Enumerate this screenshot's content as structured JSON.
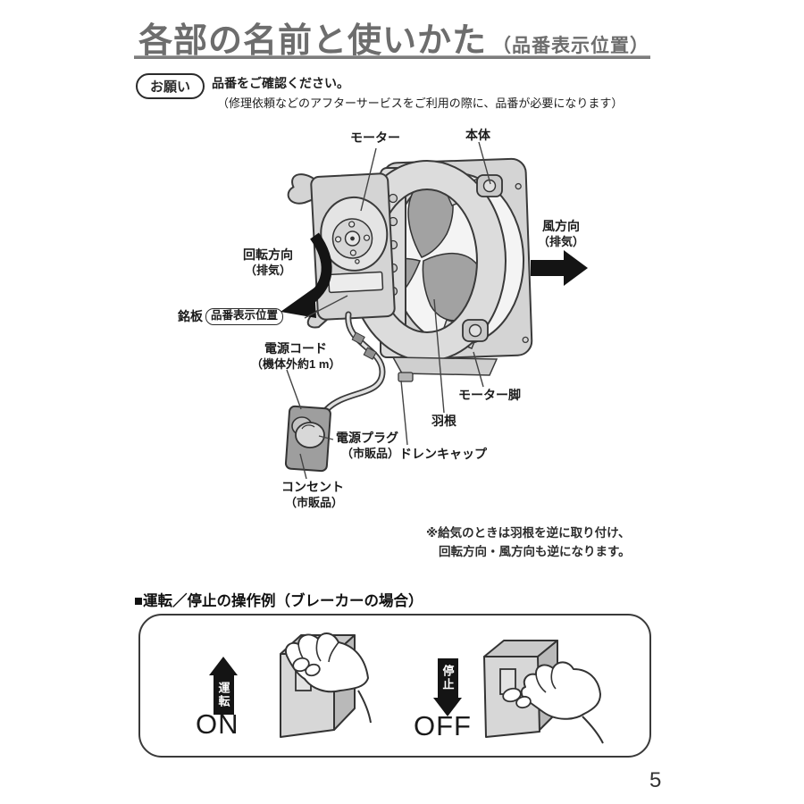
{
  "page": {
    "number": "5"
  },
  "header": {
    "title": "各部の名前と使いかた",
    "title_suffix": "（品番表示位置）"
  },
  "notice": {
    "badge": "お願い",
    "heading": "品番をご確認ください。",
    "detail": "（修理依頼などのアフターサービスをご利用の際に、品番が必要になります）"
  },
  "diagram": {
    "labels": {
      "motor": "モーター",
      "body": "本体",
      "wind1": "風方向",
      "wind2": "（排気）",
      "rot1": "回転方向",
      "rot2": "（排気）",
      "nameplate": "銘板",
      "model_pos": "品番表示位置",
      "cord1": "電源コード",
      "cord2": "（機体外約1 m）",
      "plug1": "電源プラグ",
      "plug2": "（市販品）",
      "outlet1": "コンセント",
      "outlet2": "（市販品）",
      "drain": "ドレンキャップ",
      "blade": "羽根",
      "motor_leg": "モーター脚"
    },
    "note1": "※給気のときは羽根を逆に取り付け、",
    "note2": "回転方向・風方向も逆になります。"
  },
  "operation": {
    "heading": "■運転／停止の操作例（ブレーカーの場合）",
    "on_arrow": "運転",
    "on": "ON",
    "off_arrow": "停止",
    "off": "OFF"
  },
  "colors": {
    "title_gray": "#6d6d6d",
    "ink": "#1b1b1b",
    "illustration_light": "#d5d5d5",
    "illustration_mid": "#a2a2a2",
    "arrow_black": "#141414"
  }
}
